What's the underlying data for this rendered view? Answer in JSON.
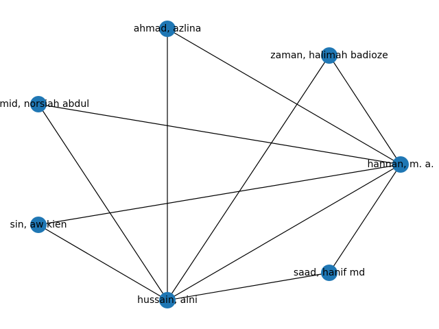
{
  "colors": {
    "node": "#1f77b4",
    "edge": "#000000",
    "background": "#ffffff"
  },
  "nodes": [
    {
      "id": "ahmad",
      "label": "ahmad, azlina"
    },
    {
      "id": "zaman",
      "label": "zaman, halimah badioze"
    },
    {
      "id": "norsiah",
      "label": "hamid, norsiah abdul"
    },
    {
      "id": "hannan",
      "label": "hannan, m. a."
    },
    {
      "id": "sin",
      "label": "sin, aw kien"
    },
    {
      "id": "saad",
      "label": "saad, hanif md"
    },
    {
      "id": "hussain",
      "label": "hussain, aini"
    }
  ],
  "edges": [
    [
      "ahmad",
      "hannan"
    ],
    [
      "ahmad",
      "hussain"
    ],
    [
      "zaman",
      "hannan"
    ],
    [
      "zaman",
      "hussain"
    ],
    [
      "norsiah",
      "hannan"
    ],
    [
      "norsiah",
      "hussain"
    ],
    [
      "hannan",
      "sin"
    ],
    [
      "hannan",
      "saad"
    ],
    [
      "hannan",
      "hussain"
    ],
    [
      "sin",
      "hussain"
    ],
    [
      "saad",
      "hussain"
    ]
  ]
}
